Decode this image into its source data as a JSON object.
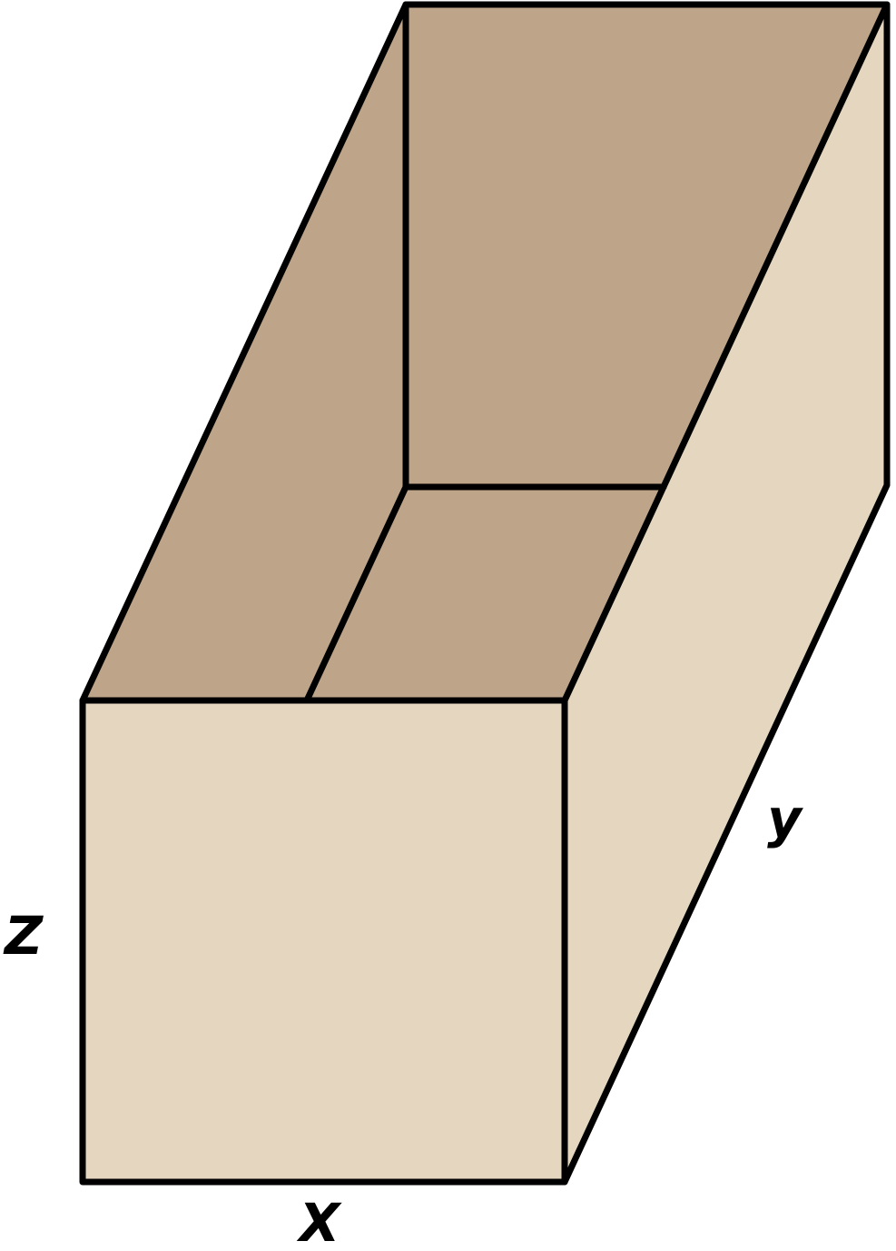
{
  "colors": {
    "inside": "#bea58a",
    "outside": "#e5d7bf",
    "edge": "#000000"
  },
  "labels": {
    "x": "X",
    "y": "y",
    "z": "Z"
  }
}
